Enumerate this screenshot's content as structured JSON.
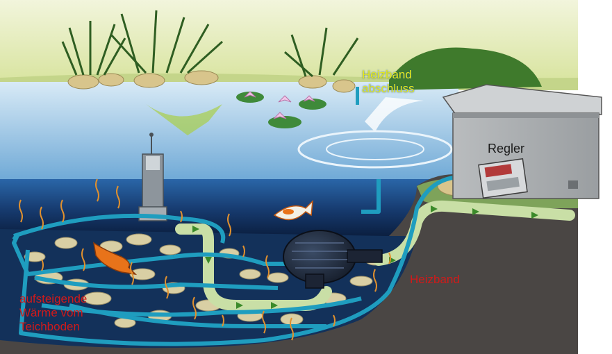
{
  "labels": {
    "heizband_end_line1": "Heizband",
    "heizband_end_line2": "abschluss",
    "regler": "Regler",
    "heizband": "Heizband",
    "warmth_line1": "aufsteigende",
    "warmth_line2": "Wärme vom",
    "warmth_line3": "Teichboden"
  },
  "colors": {
    "heating_cable": "#1f9dbf",
    "hose": "#c9dfa6",
    "flow_arrow": "#3b8a2a",
    "warmth_lines": "#e0902e",
    "label_red": "#d11a1a",
    "label_yellow": "#e6ea1c"
  },
  "icons": [
    "pond-pump",
    "skimmer",
    "koi-fish",
    "water-lily",
    "control-box",
    "thermostat-regulator"
  ]
}
